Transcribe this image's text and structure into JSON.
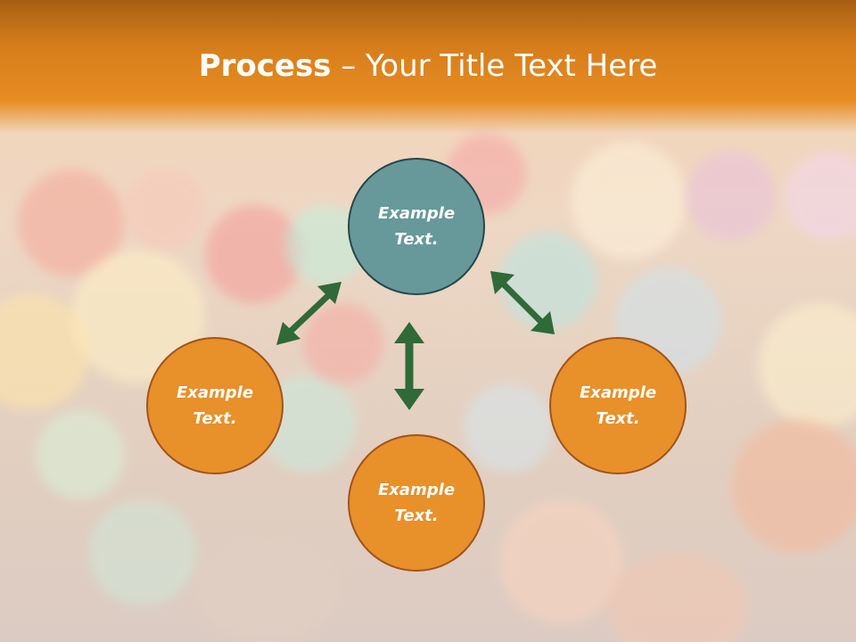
{
  "slide": {
    "title_bold": "Process",
    "title_rest": " – Your Title Text Here"
  },
  "diagram": {
    "top": {
      "label_line1": "Example",
      "label_line2": "Text."
    },
    "left": {
      "label_line1": "Example",
      "label_line2": "Text."
    },
    "bottom": {
      "label_line1": "Example",
      "label_line2": "Text."
    },
    "right": {
      "label_line1": "Example",
      "label_line2": "Text."
    }
  },
  "colors": {
    "header_orange": "#e88c22",
    "teal_circle": "#67999a",
    "orange_circle": "#e8902a",
    "arrow_green": "#2f6a38"
  }
}
